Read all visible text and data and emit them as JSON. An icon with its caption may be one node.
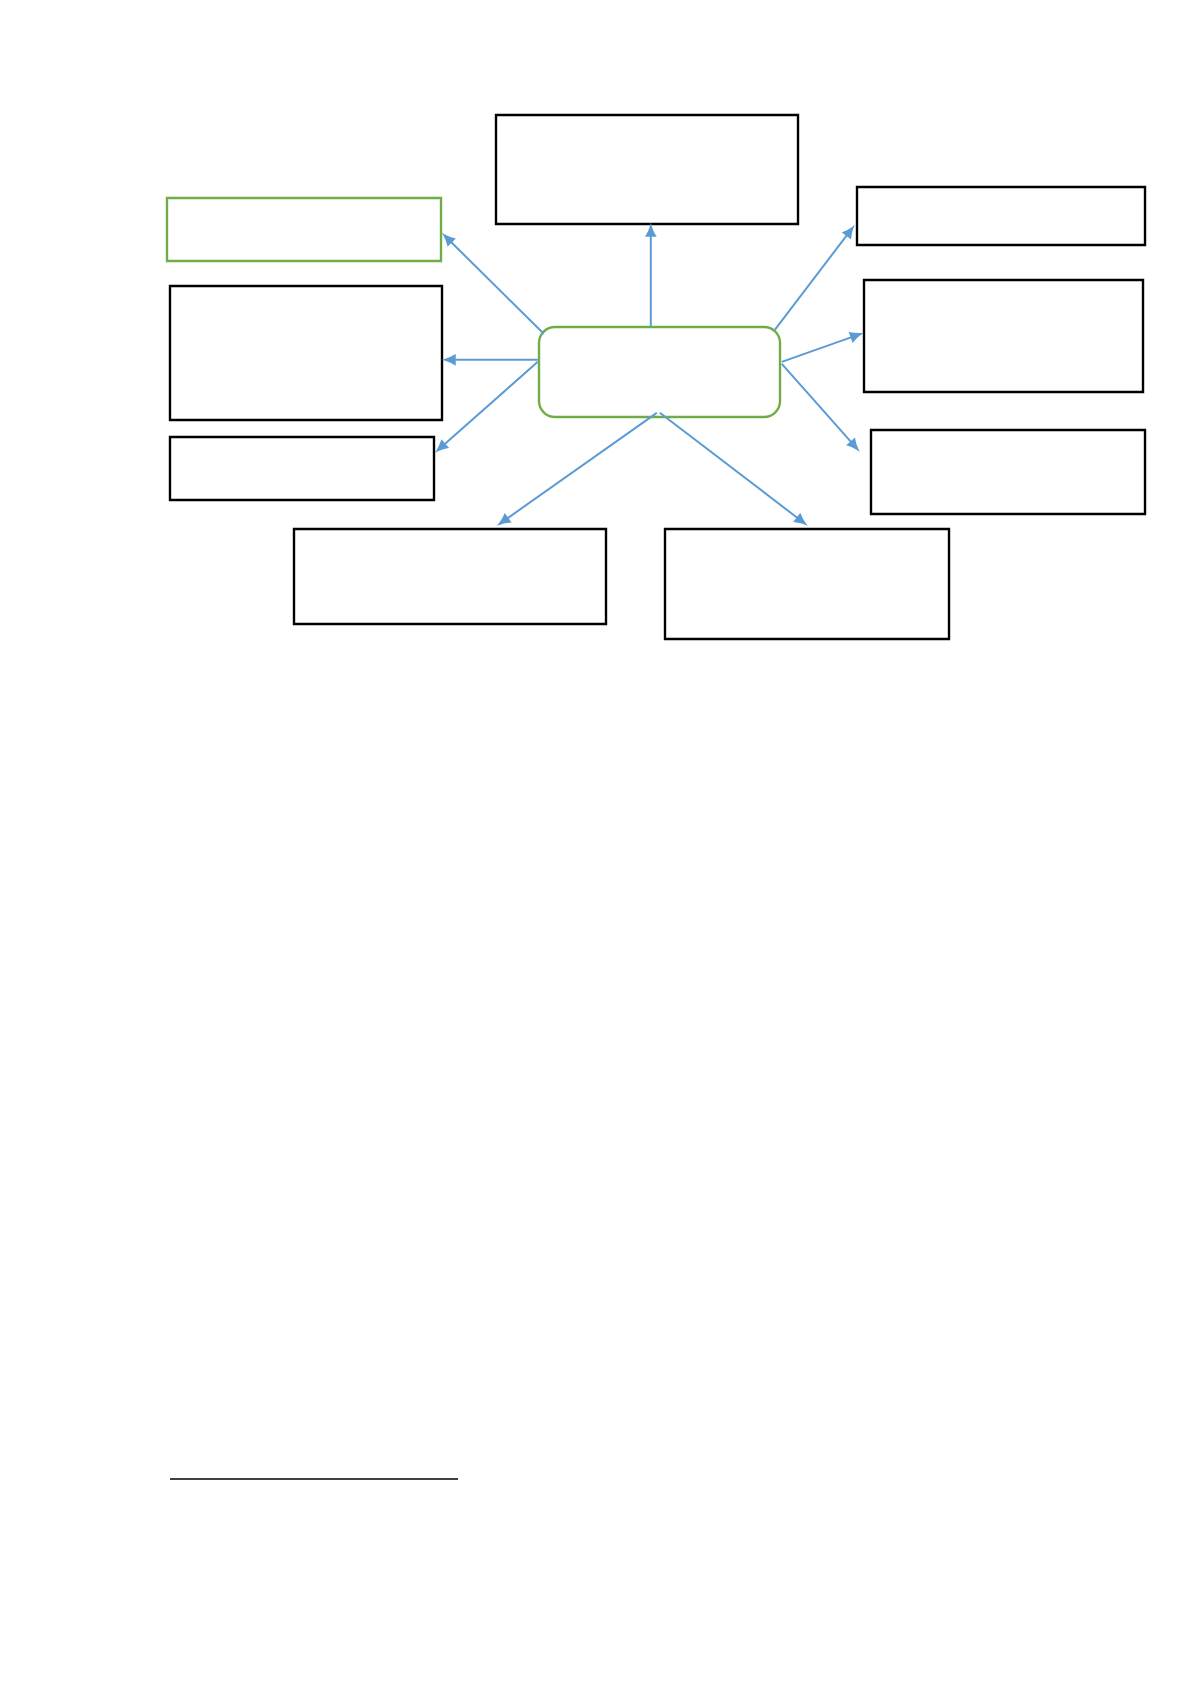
{
  "diagram": {
    "nodes": [
      {
        "text": [],
        "shape": "box"
      },
      {
        "text": [],
        "shape": "box"
      },
      {
        "text": [],
        "shape": "box"
      },
      {
        "text": [],
        "shape": "box"
      },
      {
        "text": [],
        "shape": "box"
      },
      {
        "text": [],
        "shape": "box"
      },
      {
        "text": [],
        "shape": "box"
      },
      {
        "text": [],
        "shape": "box"
      },
      {
        "text": [],
        "shape": "box"
      },
      {
        "text": [],
        "shape": "box"
      }
    ],
    "edges": [
      {
        "from": 5,
        "to": 0,
        "arrow": "to"
      },
      {
        "from": 5,
        "to": 1,
        "arrow": "to"
      },
      {
        "from": 5,
        "to": 2,
        "arrow": "to"
      },
      {
        "from": 5,
        "to": 3,
        "arrow": "to"
      },
      {
        "from": 5,
        "to": 4,
        "arrow": "to"
      },
      {
        "from": 5,
        "to": 6,
        "arrow": "to"
      },
      {
        "from": 5,
        "to": 7,
        "arrow": "to"
      },
      {
        "from": 5,
        "to": 8,
        "arrow": "to"
      },
      {
        "from": 5,
        "to": 9,
        "arrow": "to"
      }
    ]
  }
}
